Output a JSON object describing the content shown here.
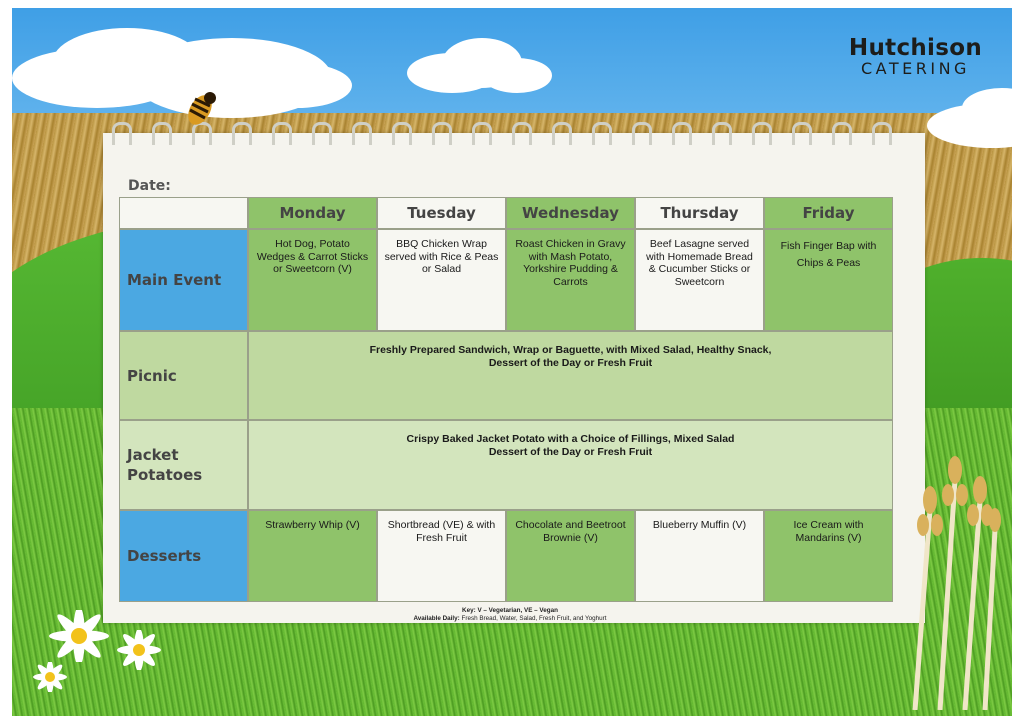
{
  "brand": {
    "line1": "Hutchison",
    "line2": "CATERING"
  },
  "date_label": "Date:",
  "days": [
    "Monday",
    "Tuesday",
    "Wednesday",
    "Thursday",
    "Friday"
  ],
  "rows": {
    "main": {
      "label": "Main Event",
      "items": [
        "Hot Dog, Potato Wedges & Carrot Sticks or Sweetcorn (V)",
        "BBQ Chicken Wrap served with Rice & Peas or Salad",
        "Roast Chicken in Gravy with Mash Potato, Yorkshire Pudding & Carrots",
        "Beef Lasagne served with Homemade Bread & Cucumber Sticks or Sweetcorn",
        "Fish Finger Bap with Chips & Peas"
      ]
    },
    "picnic": {
      "label": "Picnic",
      "line1": "Freshly Prepared Sandwich, Wrap or Baguette, with Mixed Salad, Healthy Snack,",
      "line2": "Dessert of the Day or Fresh Fruit"
    },
    "jacket": {
      "label_line1": "Jacket",
      "label_line2": "Potatoes",
      "line1": "Crispy Baked Jacket Potato with a Choice of Fillings, Mixed Salad",
      "line2": "Dessert of the Day or Fresh Fruit"
    },
    "desserts": {
      "label": "Desserts",
      "items": [
        "Strawberry Whip (V)",
        "Shortbread (VE) & with Fresh Fruit",
        "Chocolate and Beetroot Brownie (V)",
        "Blueberry Muffin (V)",
        "Ice Cream with Mandarins (V)"
      ]
    }
  },
  "key": {
    "line1": "Key: V – Vegetarian, VE – Vegan",
    "line2_label": "Available Daily:",
    "line2_text": " Fresh Bread, Water, Salad, Fresh Fruit, and Yoghurt"
  },
  "colors": {
    "green": "#8fc36a",
    "light_green": "#bfd9a0",
    "blue": "#4ba8e2",
    "paper": "#f5f4ee"
  },
  "icons": [
    "bee-icon",
    "daisy-icon",
    "wheat-icon",
    "cloud-icon"
  ]
}
